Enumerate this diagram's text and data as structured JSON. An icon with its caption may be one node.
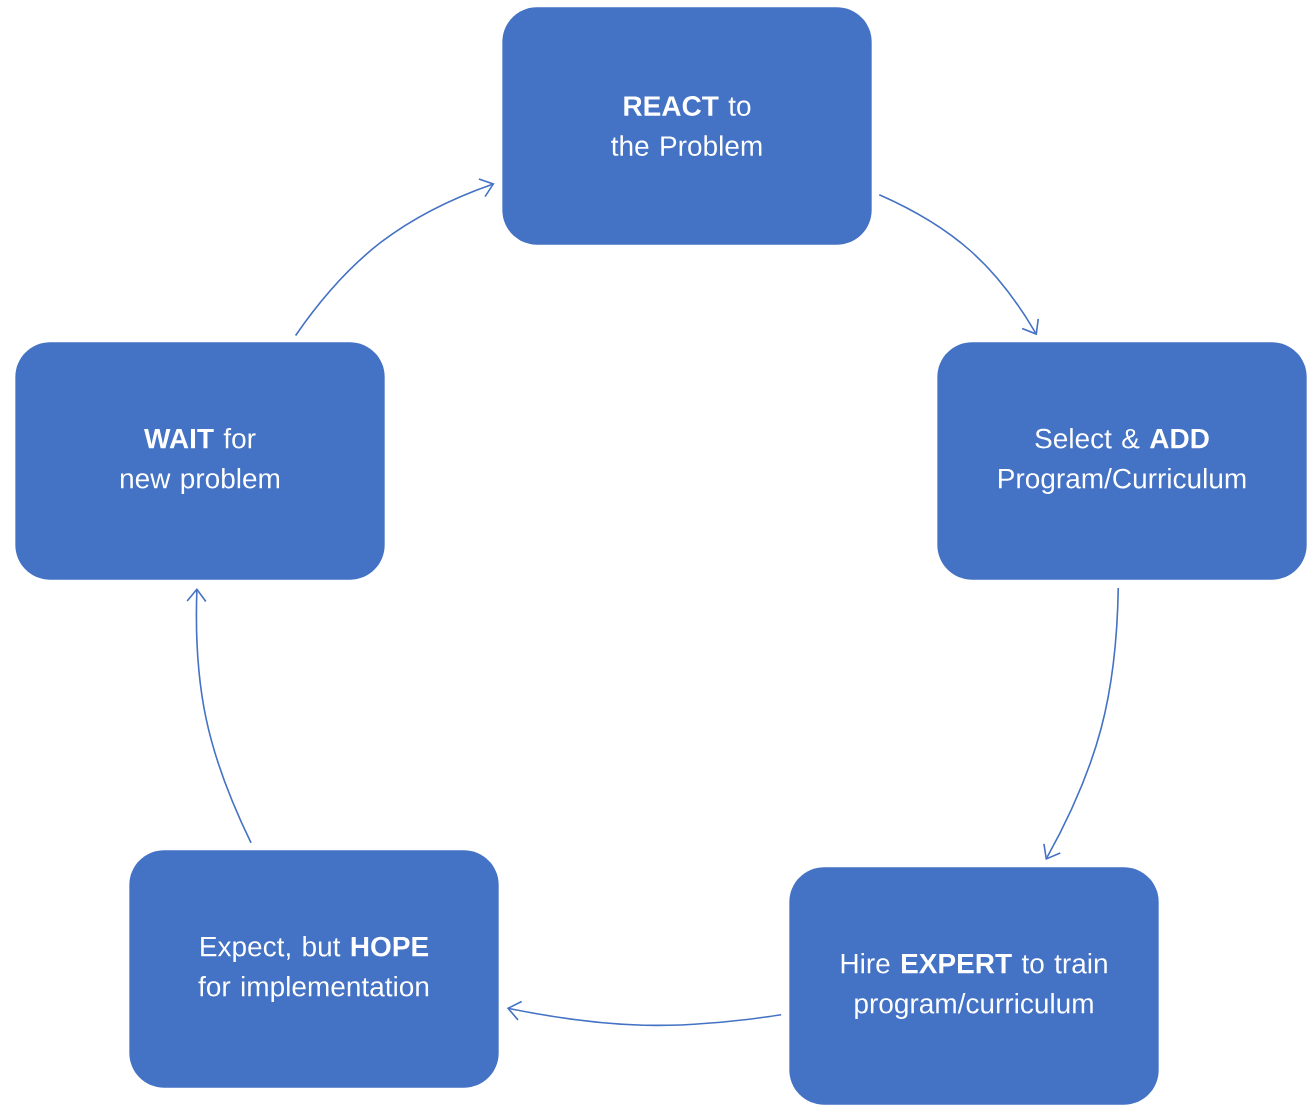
{
  "diagram": {
    "nodes": [
      {
        "text": [
          "**REACT** to the Problem"
        ]
      },
      {
        "text": [
          "Select & **ADD** Program/Curriculum"
        ]
      },
      {
        "text": [
          "Hire **EXPERT** to train program/curriculum"
        ]
      },
      {
        "text": [
          "Expect, but **HOPE** for implementation"
        ]
      },
      {
        "text": [
          "**WAIT** for new problem"
        ]
      }
    ],
    "edges": [
      {
        "from": 0,
        "to": 1,
        "arrow": "to"
      },
      {
        "from": 1,
        "to": 2,
        "arrow": "to"
      },
      {
        "from": 2,
        "to": 3,
        "arrow": "to"
      },
      {
        "from": 3,
        "to": 4,
        "arrow": "to"
      },
      {
        "from": 4,
        "to": 0,
        "arrow": "to"
      }
    ]
  }
}
